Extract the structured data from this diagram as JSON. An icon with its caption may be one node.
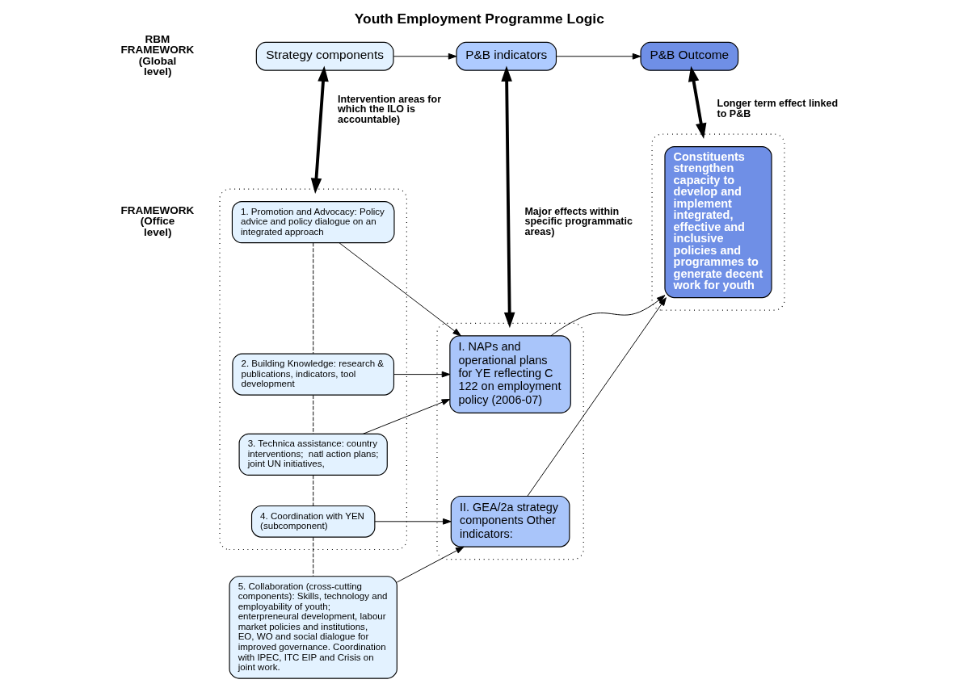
{
  "diagram": {
    "title": "Youth Employment Programme Logic",
    "nodes": [
      {
        "text": [
          "Strategy components"
        ]
      },
      {
        "text": [
          "P&B indicators"
        ]
      },
      {
        "text": [
          "P&B Outcome"
        ]
      },
      {
        "text": [],
        "shape": "box"
      },
      {
        "text": [
          "1. Promotion and Advocacy: Policy advice and policy dialogue on an integrated approach"
        ],
        "in": 3
      },
      {
        "text": [
          "2. Building Knowledge: research & publications, indicators, tool development"
        ],
        "in": 3
      },
      {
        "text": [
          "3. Technica assistance: country interventions;  natl action plans; joint UN initiatives,"
        ],
        "in": 3
      },
      {
        "text": [
          "4. Coordination with YEN (subcomponent)"
        ],
        "in": 3
      },
      {
        "text": [
          "5. Collaboration (cross-cutting components): Skills, technology and employability of youth; enterpreneural development, labour market policies and institutions, EO, WO and social dialogue for improved governance. Coordination with IPEC, ITC EIP and Crisis on joint work."
        ]
      },
      {
        "text": [],
        "shape": "box"
      },
      {
        "text": [
          "I. NAPs and operational plans for YE reflecting C 122 on employment policy (2006-07)"
        ],
        "in": 9
      },
      {
        "text": [
          "II. GEA/2a strategy components Other indicators:"
        ],
        "in": 9
      },
      {
        "text": [],
        "shape": "box"
      },
      {
        "text": [
          "Constituents strengthen capacity to develop and implement integrated, effective and inclusive policies and programmes to generate decent work for youth"
        ],
        "in": 12
      }
    ],
    "edges": [
      {
        "from": 0,
        "to": 1,
        "arrow": "to"
      },
      {
        "from": 1,
        "to": 2,
        "arrow": "to"
      },
      {
        "from": 0,
        "to": 3,
        "arrow": "both",
        "label": "Intervention areas for which the ILO is accountable)",
        "style": "thick"
      },
      {
        "from": 1,
        "to": 9,
        "arrow": "both",
        "label": "Major effects within specific programmatic areas)",
        "style": "thick"
      },
      {
        "from": 2,
        "to": 12,
        "arrow": "both",
        "label": "Longer term effect linked to P&B",
        "style": "thick"
      },
      {
        "from": 4,
        "to": 5,
        "arrow": "none",
        "style": "dashed"
      },
      {
        "from": 5,
        "to": 6,
        "arrow": "none",
        "style": "dashed"
      },
      {
        "from": 6,
        "to": 7,
        "arrow": "none",
        "style": "dashed"
      },
      {
        "from": 7,
        "to": 8,
        "arrow": "none",
        "style": "dashed"
      },
      {
        "from": 4,
        "to": 10,
        "arrow": "to"
      },
      {
        "from": 5,
        "to": 10,
        "arrow": "to"
      },
      {
        "from": 6,
        "to": 10,
        "arrow": "to"
      },
      {
        "from": 7,
        "to": 11,
        "arrow": "to"
      },
      {
        "from": 8,
        "to": 11,
        "arrow": "to"
      },
      {
        "from": 10,
        "to": 13,
        "arrow": "to"
      },
      {
        "from": 11,
        "to": 13,
        "arrow": "to"
      }
    ],
    "labels": [
      "RBM FRAMEWORK (Global level)",
      "FRAMEWORK (Office level)"
    ]
  }
}
